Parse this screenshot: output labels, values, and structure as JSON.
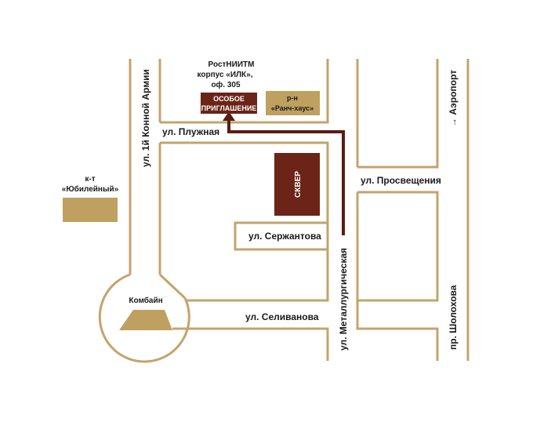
{
  "colors": {
    "road_edge": "#c2a46e",
    "route": "#5a1c12",
    "poi_dark": "#6b2417",
    "poi_light": "#bfa060",
    "text": "#1a1a1a"
  },
  "streets": {
    "pluzhnaya": "ул. Плужная",
    "konnoy_armii": "ул. 1й Конной Армии",
    "prosvescheniya": "ул. Просвещения",
    "serzhantova": "ул. Сержантова",
    "metallurgicheskaya": "ул. Металлургическая",
    "selivanova": "ул. Селиванова",
    "sholokhova": "пр. Шолохова",
    "aeroport": "→ Аэропорт"
  },
  "places": {
    "destination": {
      "line1": "РостНИИТМ",
      "line2": "корпус «ИЛК»,",
      "line3": "оф. 305",
      "box_line1": "ОСОБОЕ",
      "box_line2": "ПРИГЛАШЕНИЕ"
    },
    "ranch": {
      "line1": "р-н",
      "line2": "«Ранч-хаус»"
    },
    "skver": "СКВЕР",
    "jubilee": {
      "line1": "к-т",
      "line2": "«Юбилейный»"
    },
    "kombain": "Комбайн"
  },
  "icons": {
    "route_arrow": "arrow-up-icon",
    "monument": "trapezoid-monument-icon"
  }
}
